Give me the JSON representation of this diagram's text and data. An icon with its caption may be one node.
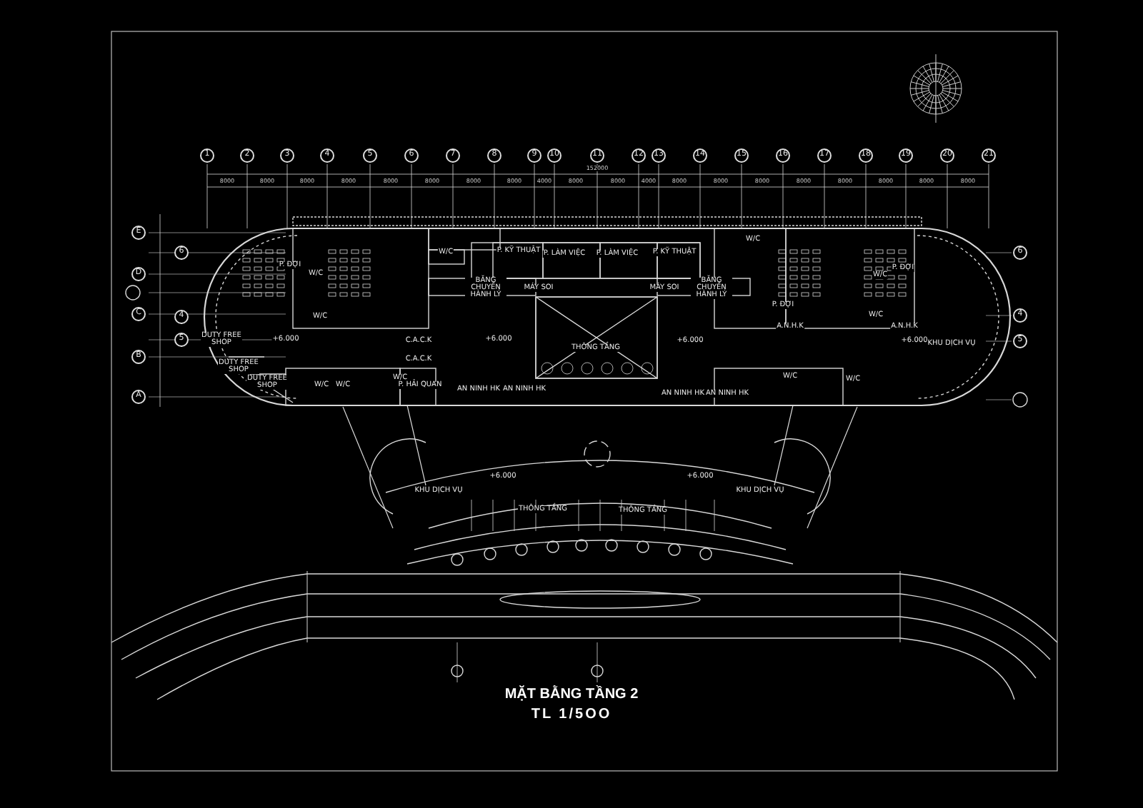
{
  "diagram": {
    "title": "MẶT BẰNG TẦNG 2",
    "caption": "TL 1/5OO",
    "labels": [
      "1",
      "2",
      "3",
      "4",
      "5",
      "6",
      "7",
      "8",
      "9",
      "10",
      "11",
      "12",
      "13",
      "14",
      "15",
      "16",
      "17",
      "18",
      "19",
      "20",
      "21",
      "152000",
      "8000",
      "8000",
      "8000",
      "8000",
      "8000",
      "8000",
      "8000",
      "8000",
      "4000",
      "8000",
      "8000",
      "4000",
      "8000",
      "8000",
      "8000",
      "8000",
      "8000",
      "8000",
      "8000",
      "8000",
      "E",
      "6",
      "6",
      "D",
      "C",
      "4",
      "4",
      "5",
      "5",
      "B",
      "A",
      "W/C",
      "P. KỸ THUẬT",
      "P. LÀM VIỆC",
      "P. LÀM VIỆC",
      "P. KỸ THUẬT",
      "W/C",
      "P. ĐỢI",
      "P. ĐỢI",
      "W/C",
      "W/C",
      "BĂNG CHUYỀN HÀNH LÝ",
      "MÁY SOI",
      "MÁY SOI",
      "BĂNG CHUYỀN HÀNH LÝ",
      "P. ĐỢI",
      "W/C",
      "W/C",
      "A.N.H.K",
      "A.N.H.K",
      "DUTY FREE SHOP",
      "+6.000",
      "C.A.C.K",
      "+6.000",
      "THÔNG TẦNG",
      "+6.000",
      "+6.000",
      "KHU DỊCH VỤ",
      "C.A.C.K",
      "DUTY FREE SHOP",
      "DUTY FREE SHOP",
      "W/C",
      "W/C",
      "W/C",
      "P. HẢI QUAN",
      "AN NINH HK",
      "AN NINH HK",
      "AN NINH HK",
      "AN NINH HK",
      "W/C",
      "W/C",
      "+6.000",
      "+6.000",
      "KHU DỊCH VỤ",
      "KHU DỊCH VỤ",
      "THÔNG TẦNG",
      "THÔNG TẦNG"
    ]
  }
}
